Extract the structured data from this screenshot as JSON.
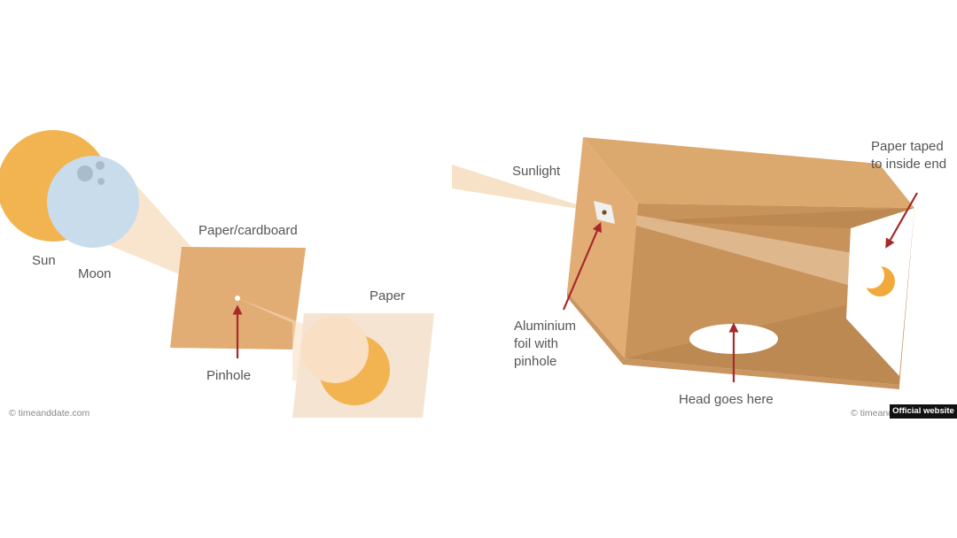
{
  "left_diagram": {
    "labels": {
      "sun": "Sun",
      "moon": "Moon",
      "paper_cardboard": "Paper/cardboard",
      "paper": "Paper",
      "pinhole": "Pinhole"
    },
    "credit": "© timeanddate.com"
  },
  "right_diagram": {
    "labels": {
      "sunlight": "Sunlight",
      "paper_taped_line1": "Paper taped",
      "paper_taped_line2": "to inside end",
      "foil_line1": "Aluminium",
      "foil_line2": "foil with",
      "foil_line3": "pinhole",
      "head": "Head goes here"
    },
    "credit": "© timeanddate.com"
  },
  "badge": "Official website",
  "colors": {
    "sun": "#f2b450",
    "moon": "#c8dcec",
    "cardboard": "#e2ad75",
    "paper": "#f6e4d2",
    "box_top": "#dba86e",
    "box_inside": "#b88551",
    "arrow": "#a52a2a"
  }
}
